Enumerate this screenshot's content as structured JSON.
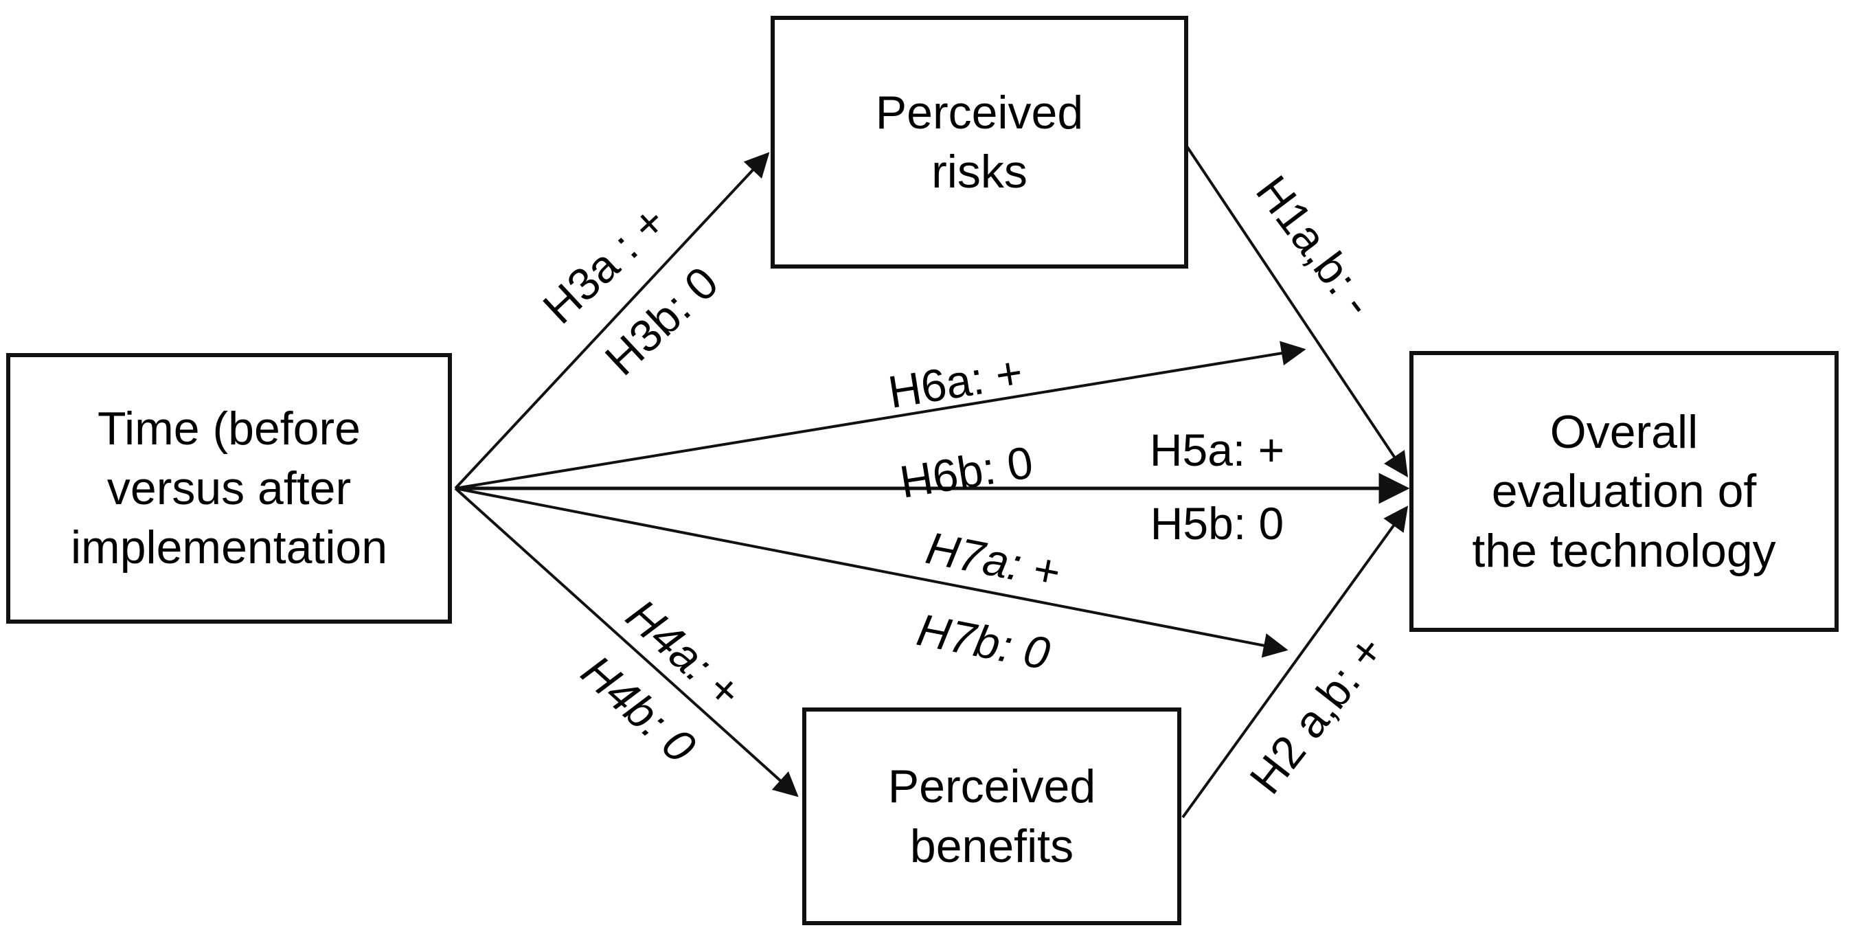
{
  "diagram": {
    "colors": {
      "background": "#ffffff",
      "line": "#111111",
      "text": "#000000"
    },
    "boxes": {
      "time": {
        "lines": [
          "Time (before",
          "versus after",
          "implementation"
        ]
      },
      "risks": {
        "lines": [
          "Perceived",
          "risks"
        ]
      },
      "benefits": {
        "lines": [
          "Perceived",
          "benefits"
        ]
      },
      "overall": {
        "lines": [
          "Overall",
          "evaluation of",
          "the technology"
        ]
      }
    },
    "edges": {
      "h1": {
        "label": "H1a,b: -"
      },
      "h2": {
        "label": "H2 a,b: +"
      },
      "h3": {
        "a": "H3a : +",
        "b": "H3b: 0"
      },
      "h4": {
        "a": "H4a: +",
        "b": "H4b: 0"
      },
      "h5": {
        "a": "H5a: +",
        "b": "H5b: 0"
      },
      "h6": {
        "a": "H6a: +",
        "b": "H6b: 0"
      },
      "h7": {
        "a": "H7a: +",
        "b": "H7b: 0"
      }
    }
  }
}
